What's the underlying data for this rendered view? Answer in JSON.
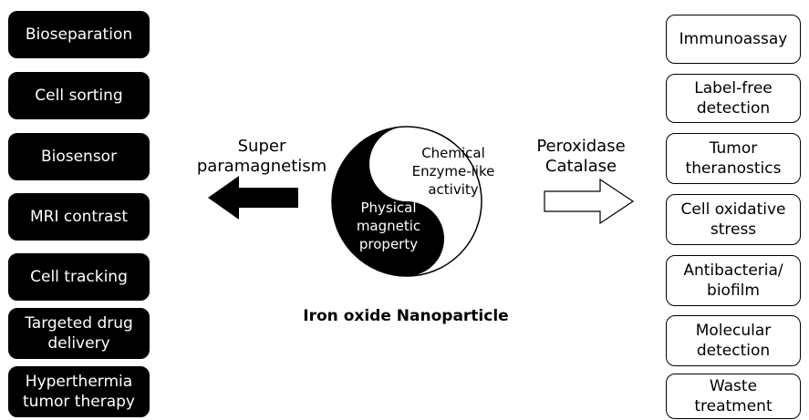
{
  "left_boxes": [
    "Bioseparation",
    "Cell sorting",
    "Biosensor",
    "MRI contrast",
    "Cell tracking",
    "Targeted drug\ndelivery",
    "Hyperthermia\ntumor therapy"
  ],
  "right_boxes": [
    "Immunoassay",
    "Label-free\ndetection",
    "Tumor\ntheranostics",
    "Cell oxidative\nstress",
    "Antibacteria/\nbiofilm",
    "Molecular\ndetection",
    "Waste\ntreatment"
  ],
  "left_arrow_label": "Super\nparamagnetism",
  "right_arrow_label": "Peroxidase\nCatalase",
  "yin_dark_label": "Physical\nmagnetic\nproperty",
  "yin_light_label": "Chemical\nEnzyme-like\nactivity",
  "caption": "Iron oxide Nanoparticle"
}
